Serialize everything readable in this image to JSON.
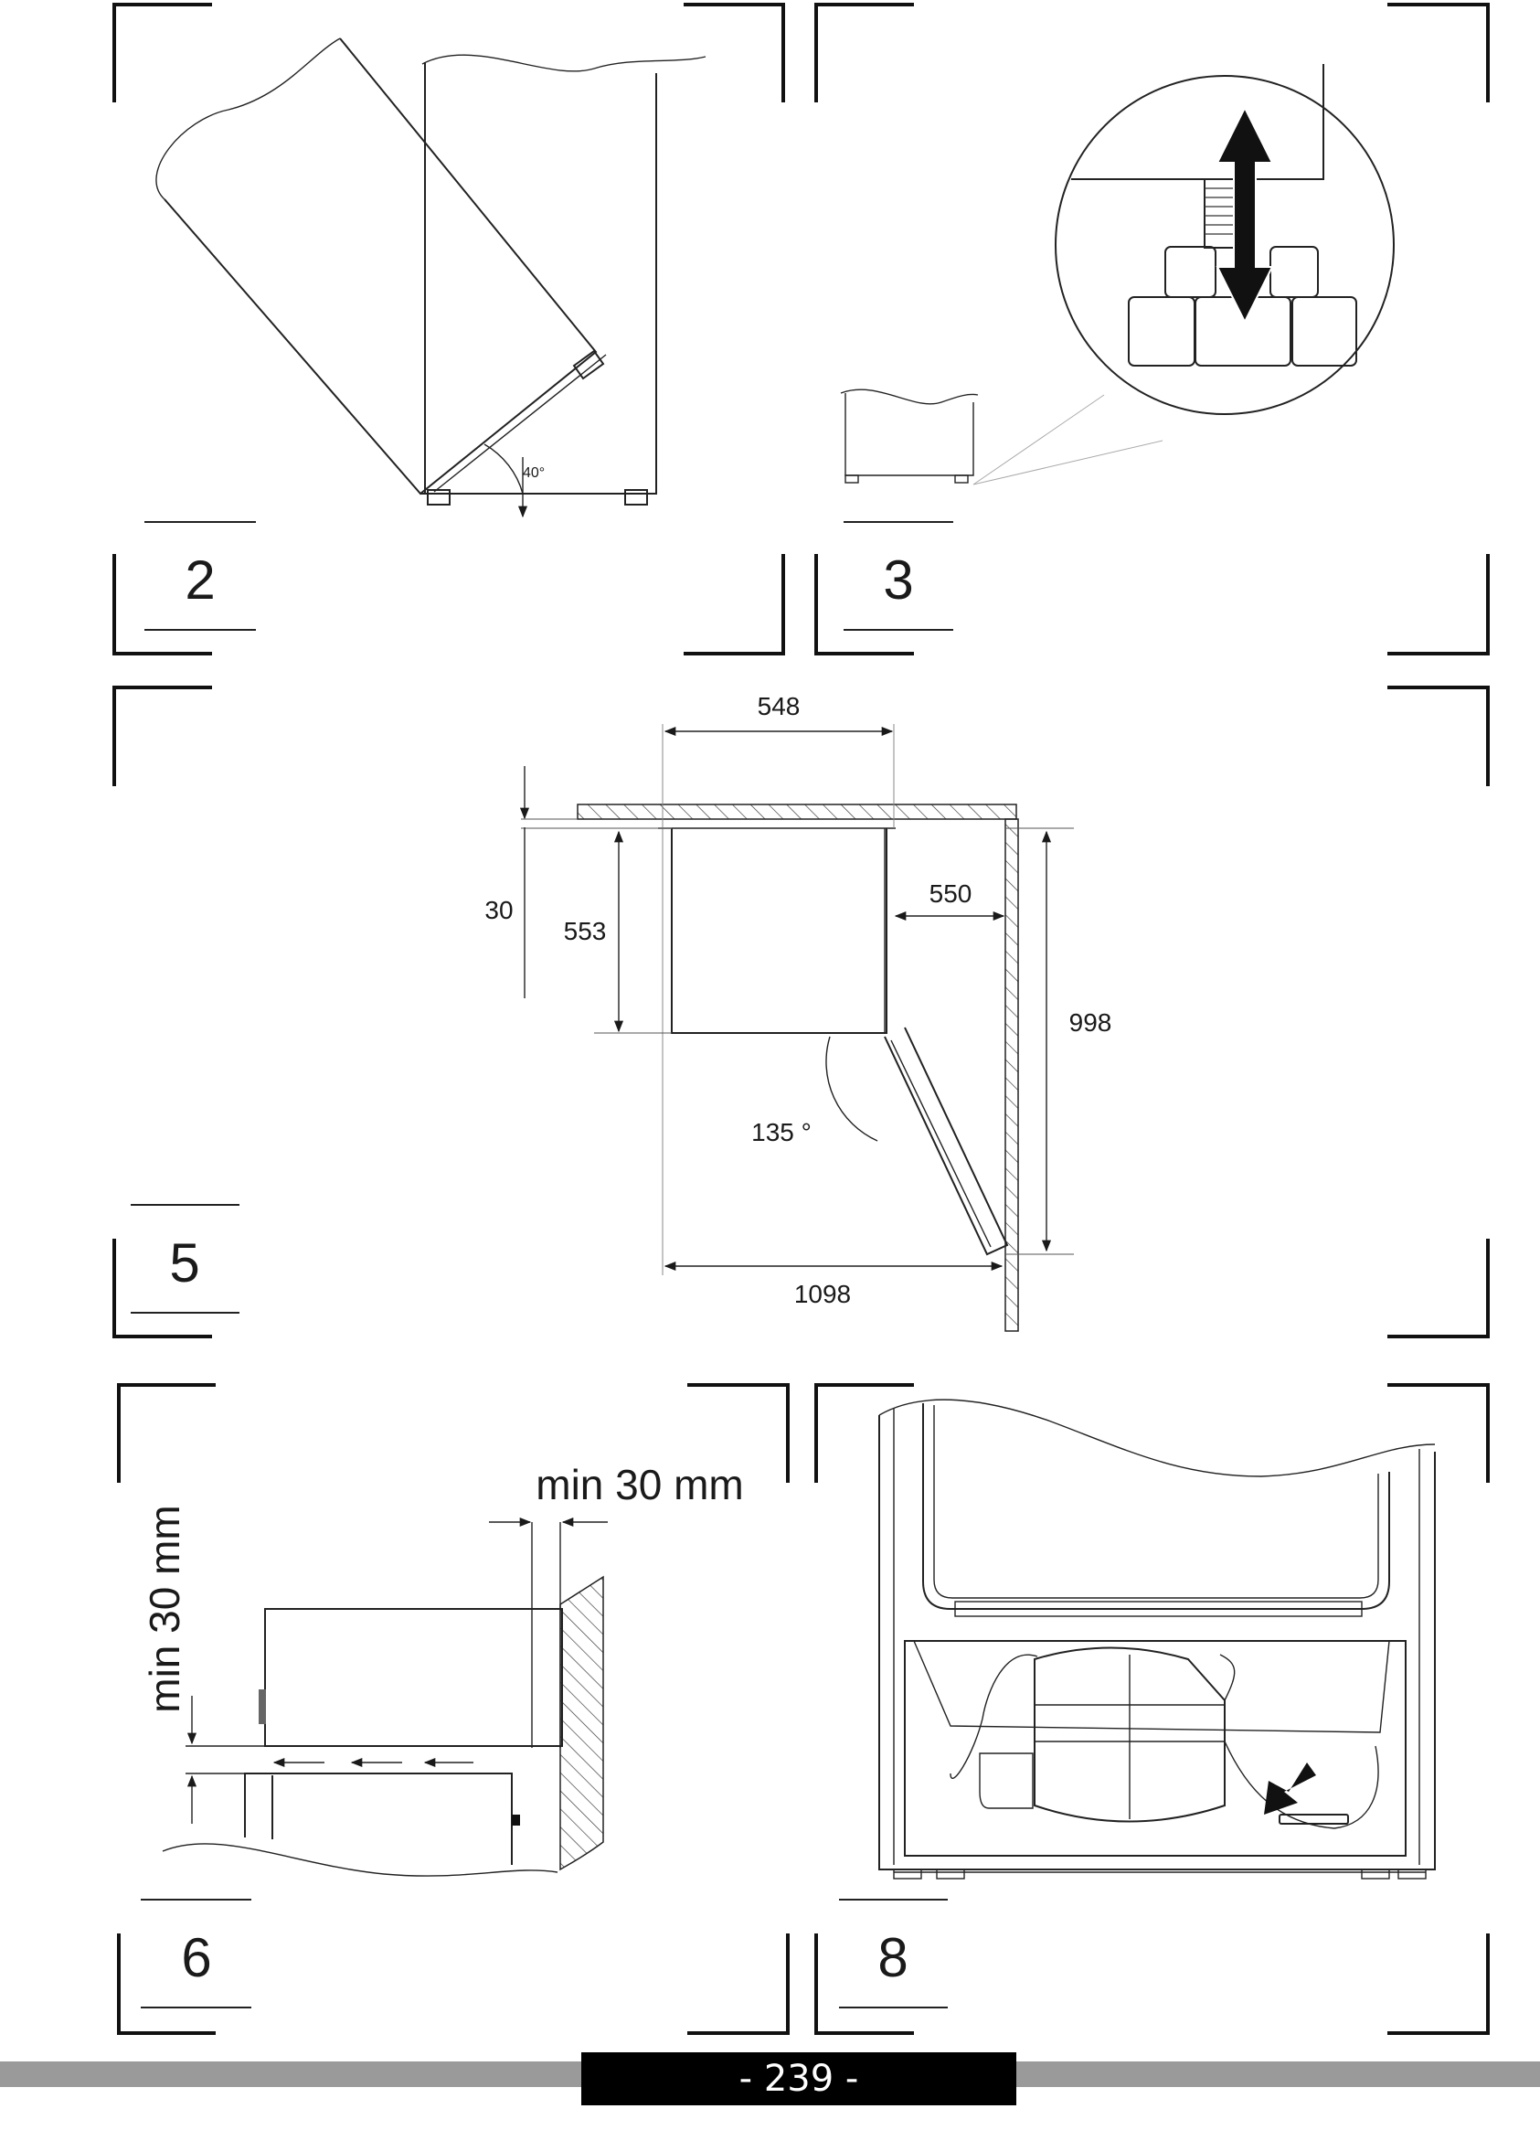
{
  "figures": [
    {
      "id": "fig2",
      "number": "2",
      "angle_label": "40°"
    },
    {
      "id": "fig3",
      "number": "3"
    },
    {
      "id": "fig5",
      "number": "5",
      "dims": {
        "width_top": "548",
        "gap_top": "30",
        "depth": "553",
        "side_gap": "550",
        "door_open_depth": "998",
        "total_width": "1098",
        "door_angle": "135 °"
      }
    },
    {
      "id": "fig6",
      "number": "6",
      "clearance_side": "min 30 mm",
      "clearance_bottom": "min 30 mm"
    },
    {
      "id": "fig8",
      "number": "8"
    }
  ],
  "page_number": "- 239 -",
  "colors": {
    "line": "#1a1a1a",
    "footer_bar": "#9a9a9a",
    "footer_box": "#000000"
  }
}
